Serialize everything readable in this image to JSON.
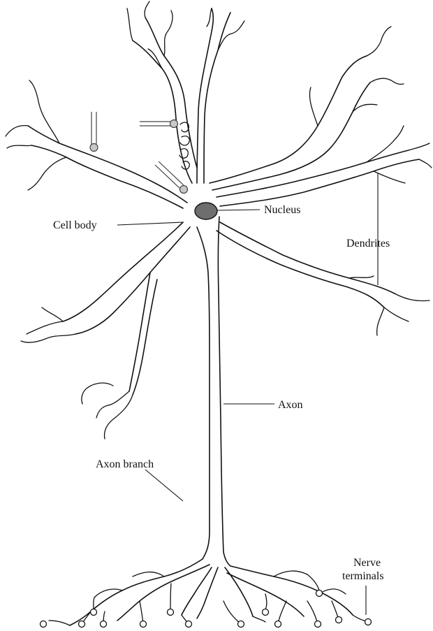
{
  "labels": {
    "nucleus": "Nucleus",
    "cell_body": "Cell body",
    "dendrites": "Dendrites",
    "axon": "Axon",
    "axon_branch": "Axon branch",
    "nerve_terminals_line1": "Nerve",
    "nerve_terminals_line2": "terminals"
  },
  "colors": {
    "outline": "#111111",
    "nucleus_fill": "#6e6e6e",
    "probe_fill": "#c8c8c8",
    "background": "#ffffff"
  }
}
